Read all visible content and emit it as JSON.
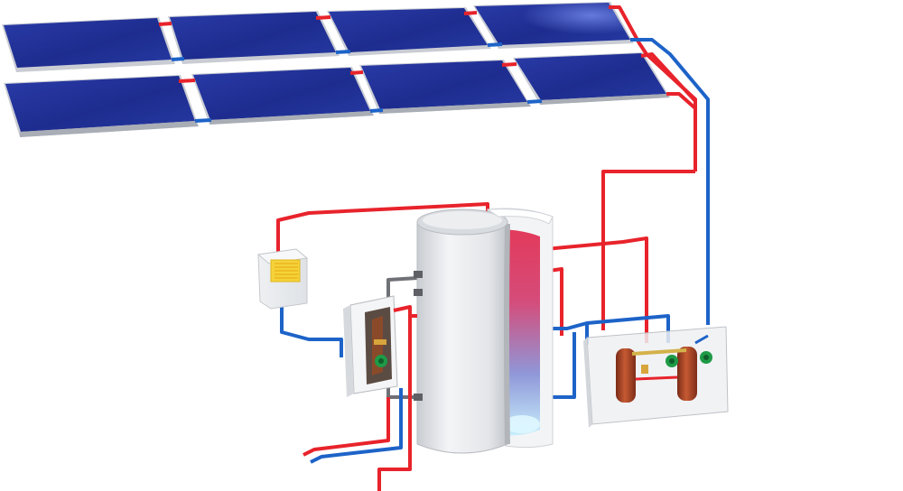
{
  "diagram": {
    "solar_collectors": {
      "top_row_count": 4,
      "bottom_row_count": 4,
      "panel_color": "#1e2f93",
      "panel_highlight": "#5b6ed6",
      "frame_color": "#c9ccd3"
    },
    "pipe_colors": {
      "hot": "#e8232b",
      "cold": "#1d63c8",
      "grey": "#6f7176"
    },
    "components": [
      {
        "id": "storage-tank",
        "shape": "cutaway-cylinder",
        "gradient": [
          "#e43a56",
          "#8a9cd8",
          "#d8f3ff"
        ]
      },
      {
        "id": "boiler",
        "shape": "box",
        "accent": "#f5d23a"
      },
      {
        "id": "pump-station-left",
        "shape": "panel",
        "pump_color": "#1f9a47"
      },
      {
        "id": "heat-exchanger-station-right",
        "shape": "panel",
        "vessel_color": "#b5462a",
        "pump_color": "#1f9a47"
      }
    ]
  }
}
